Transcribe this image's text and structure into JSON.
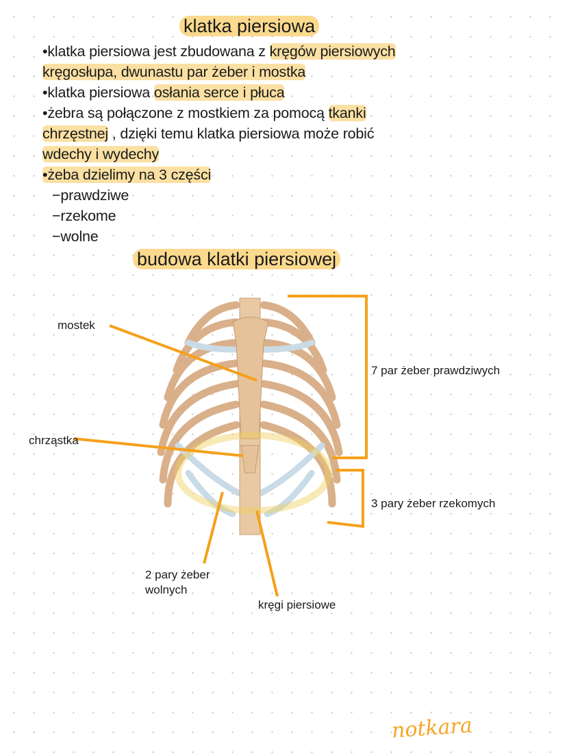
{
  "title": "klatka piersiowa",
  "notes": {
    "l1a": "•klatka piersiowa jest zbudowana z ",
    "l1b": "kręgów piersiowych",
    "l2": "kręgosłupa, dwunastu par żeber i mostka",
    "l3a": "•klatka piersiowa ",
    "l3b": "osłania serce i płuca",
    "l4a": "•żebra są połączone z mostkiem za pomocą ",
    "l4b": "tkanki",
    "l5a": "chrzęstnej",
    "l5b": " , dzięki temu klatka piersiowa może robić",
    "l6": "wdechy i wydechy",
    "l7": "•żeba dzielimy na 3 części",
    "s1": "−prawdziwe",
    "s2": "−rzekome",
    "s3": "−wolne"
  },
  "subtitle": "budowa klatki piersiowej",
  "labels": {
    "mostek": "mostek",
    "chrzastka": "chrząstka",
    "prawdziwe": "7 par żeber prawdziwych",
    "rzekome": "3 pary żeber rzekomych",
    "wolne1": "2 pary żeber",
    "wolne2": "wolnych",
    "kregi": "kręgi piersiowe"
  },
  "signature": "notkara",
  "colors": {
    "highlight": "#fbd98d",
    "pointer": "#f5a01a",
    "bone": "#e6c29a"
  }
}
